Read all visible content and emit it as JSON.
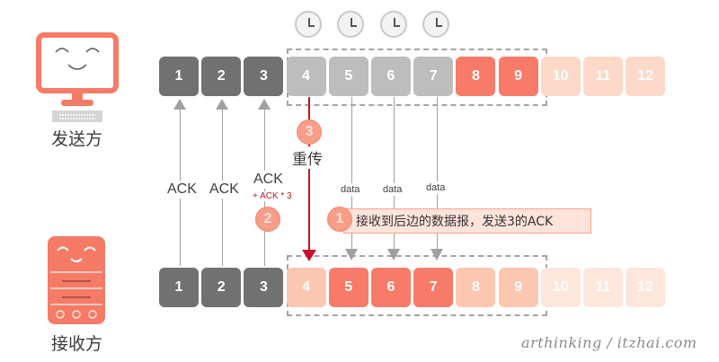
{
  "sender": {
    "label": "发送方",
    "icon": "monitor-smiley-icon",
    "packets": [
      {
        "n": "1",
        "state": "acked"
      },
      {
        "n": "2",
        "state": "acked"
      },
      {
        "n": "3",
        "state": "acked"
      },
      {
        "n": "4",
        "state": "sent-unacked"
      },
      {
        "n": "5",
        "state": "sent-unacked"
      },
      {
        "n": "6",
        "state": "sent-unacked"
      },
      {
        "n": "7",
        "state": "sent-unacked"
      },
      {
        "n": "8",
        "state": "sendable"
      },
      {
        "n": "9",
        "state": "sendable"
      },
      {
        "n": "10",
        "state": "not-sendable"
      },
      {
        "n": "11",
        "state": "not-sendable"
      },
      {
        "n": "12",
        "state": "not-sendable"
      }
    ],
    "timers": 4
  },
  "receiver": {
    "label": "接收方",
    "icon": "server-smiley-icon",
    "packets": [
      {
        "n": "1",
        "state": "delivered"
      },
      {
        "n": "2",
        "state": "delivered"
      },
      {
        "n": "3",
        "state": "delivered"
      },
      {
        "n": "4",
        "state": "missing"
      },
      {
        "n": "5",
        "state": "received"
      },
      {
        "n": "6",
        "state": "received"
      },
      {
        "n": "7",
        "state": "received"
      },
      {
        "n": "8",
        "state": "window-free"
      },
      {
        "n": "9",
        "state": "window-free"
      },
      {
        "n": "10",
        "state": "outside"
      },
      {
        "n": "11",
        "state": "outside"
      },
      {
        "n": "12",
        "state": "outside"
      }
    ]
  },
  "arrows": {
    "ack_label": "ACK",
    "ack_extra": "+ ACK * 3",
    "data_label": "data",
    "retransmit_label": "重传"
  },
  "steps": {
    "step1_num": "1",
    "step1_text": "接收到后边的数据报，发送3的ACK",
    "step2_num": "2",
    "step3_num": "3"
  },
  "colors": {
    "acked": "#717171",
    "in_flight": "#bdbdbd",
    "sendable": "#f77b68",
    "retransmit_arrow": "#b01c24",
    "accent_text": "#b01c24"
  },
  "watermark": "arthinking / itzhai.com"
}
